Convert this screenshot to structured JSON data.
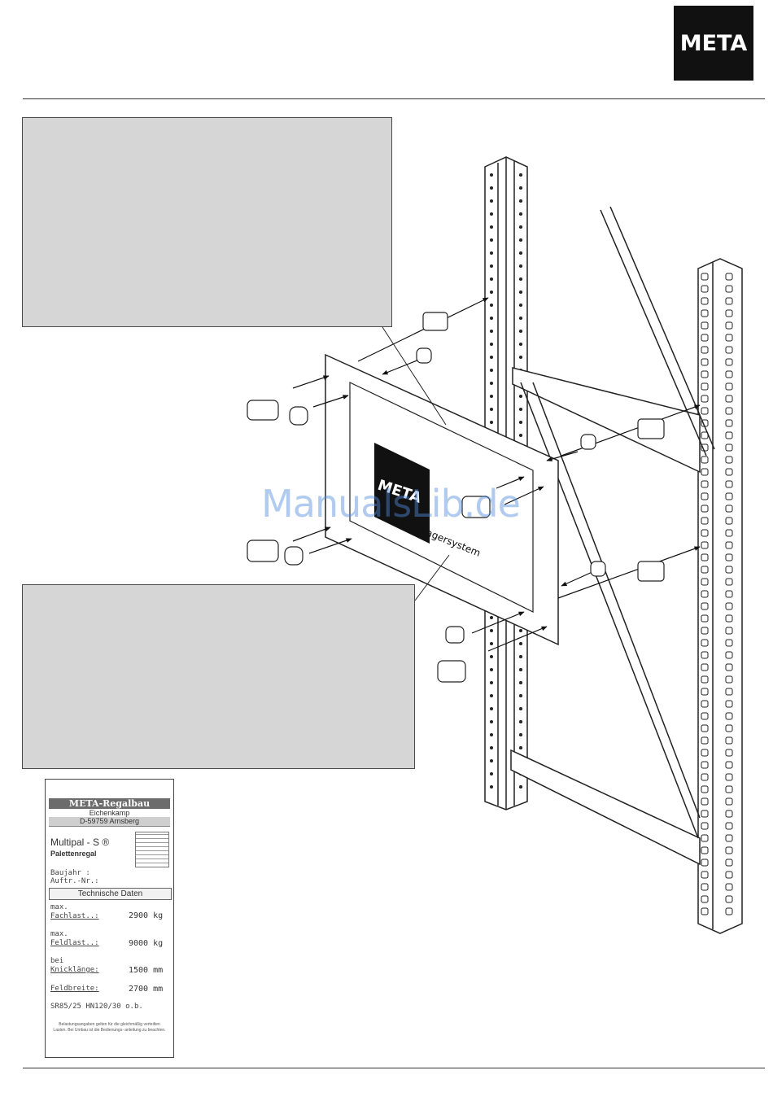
{
  "brand": {
    "logo_text": "META"
  },
  "watermark": "ManualsLib.de",
  "panel_sign": {
    "logo_text": "META",
    "tagline": "Das Lagersystem"
  },
  "nameplate": {
    "company": "META-Regalbau",
    "street": "Eichenkamp",
    "city": "D-59759 Arnsberg",
    "product": "Multipal - S ®",
    "product_type": "Palettenregal",
    "baujahr_label": "Baujahr   :",
    "auftr_label": "Auftr.-Nr.:",
    "tech_header": "Technische Daten",
    "rows": [
      {
        "label1": "max.",
        "label2": "Fachlast..:",
        "value": "2900 kg"
      },
      {
        "label1": "max.",
        "label2": "Feldlast..:",
        "value": "9000 kg"
      },
      {
        "label1": "bei",
        "label2": "Knicklänge:",
        "value": "1500 mm"
      },
      {
        "label1": "",
        "label2": "Feldbreite:",
        "value": "2700 mm"
      }
    ],
    "spec_line": "SR85/25 HN120/30 o.b.",
    "footnote": "Belastungsangaben gelten für die gleichmäßig verteilten Lasten. Bei Umbau ist die Bedienungs- anleitung zu beachten."
  }
}
